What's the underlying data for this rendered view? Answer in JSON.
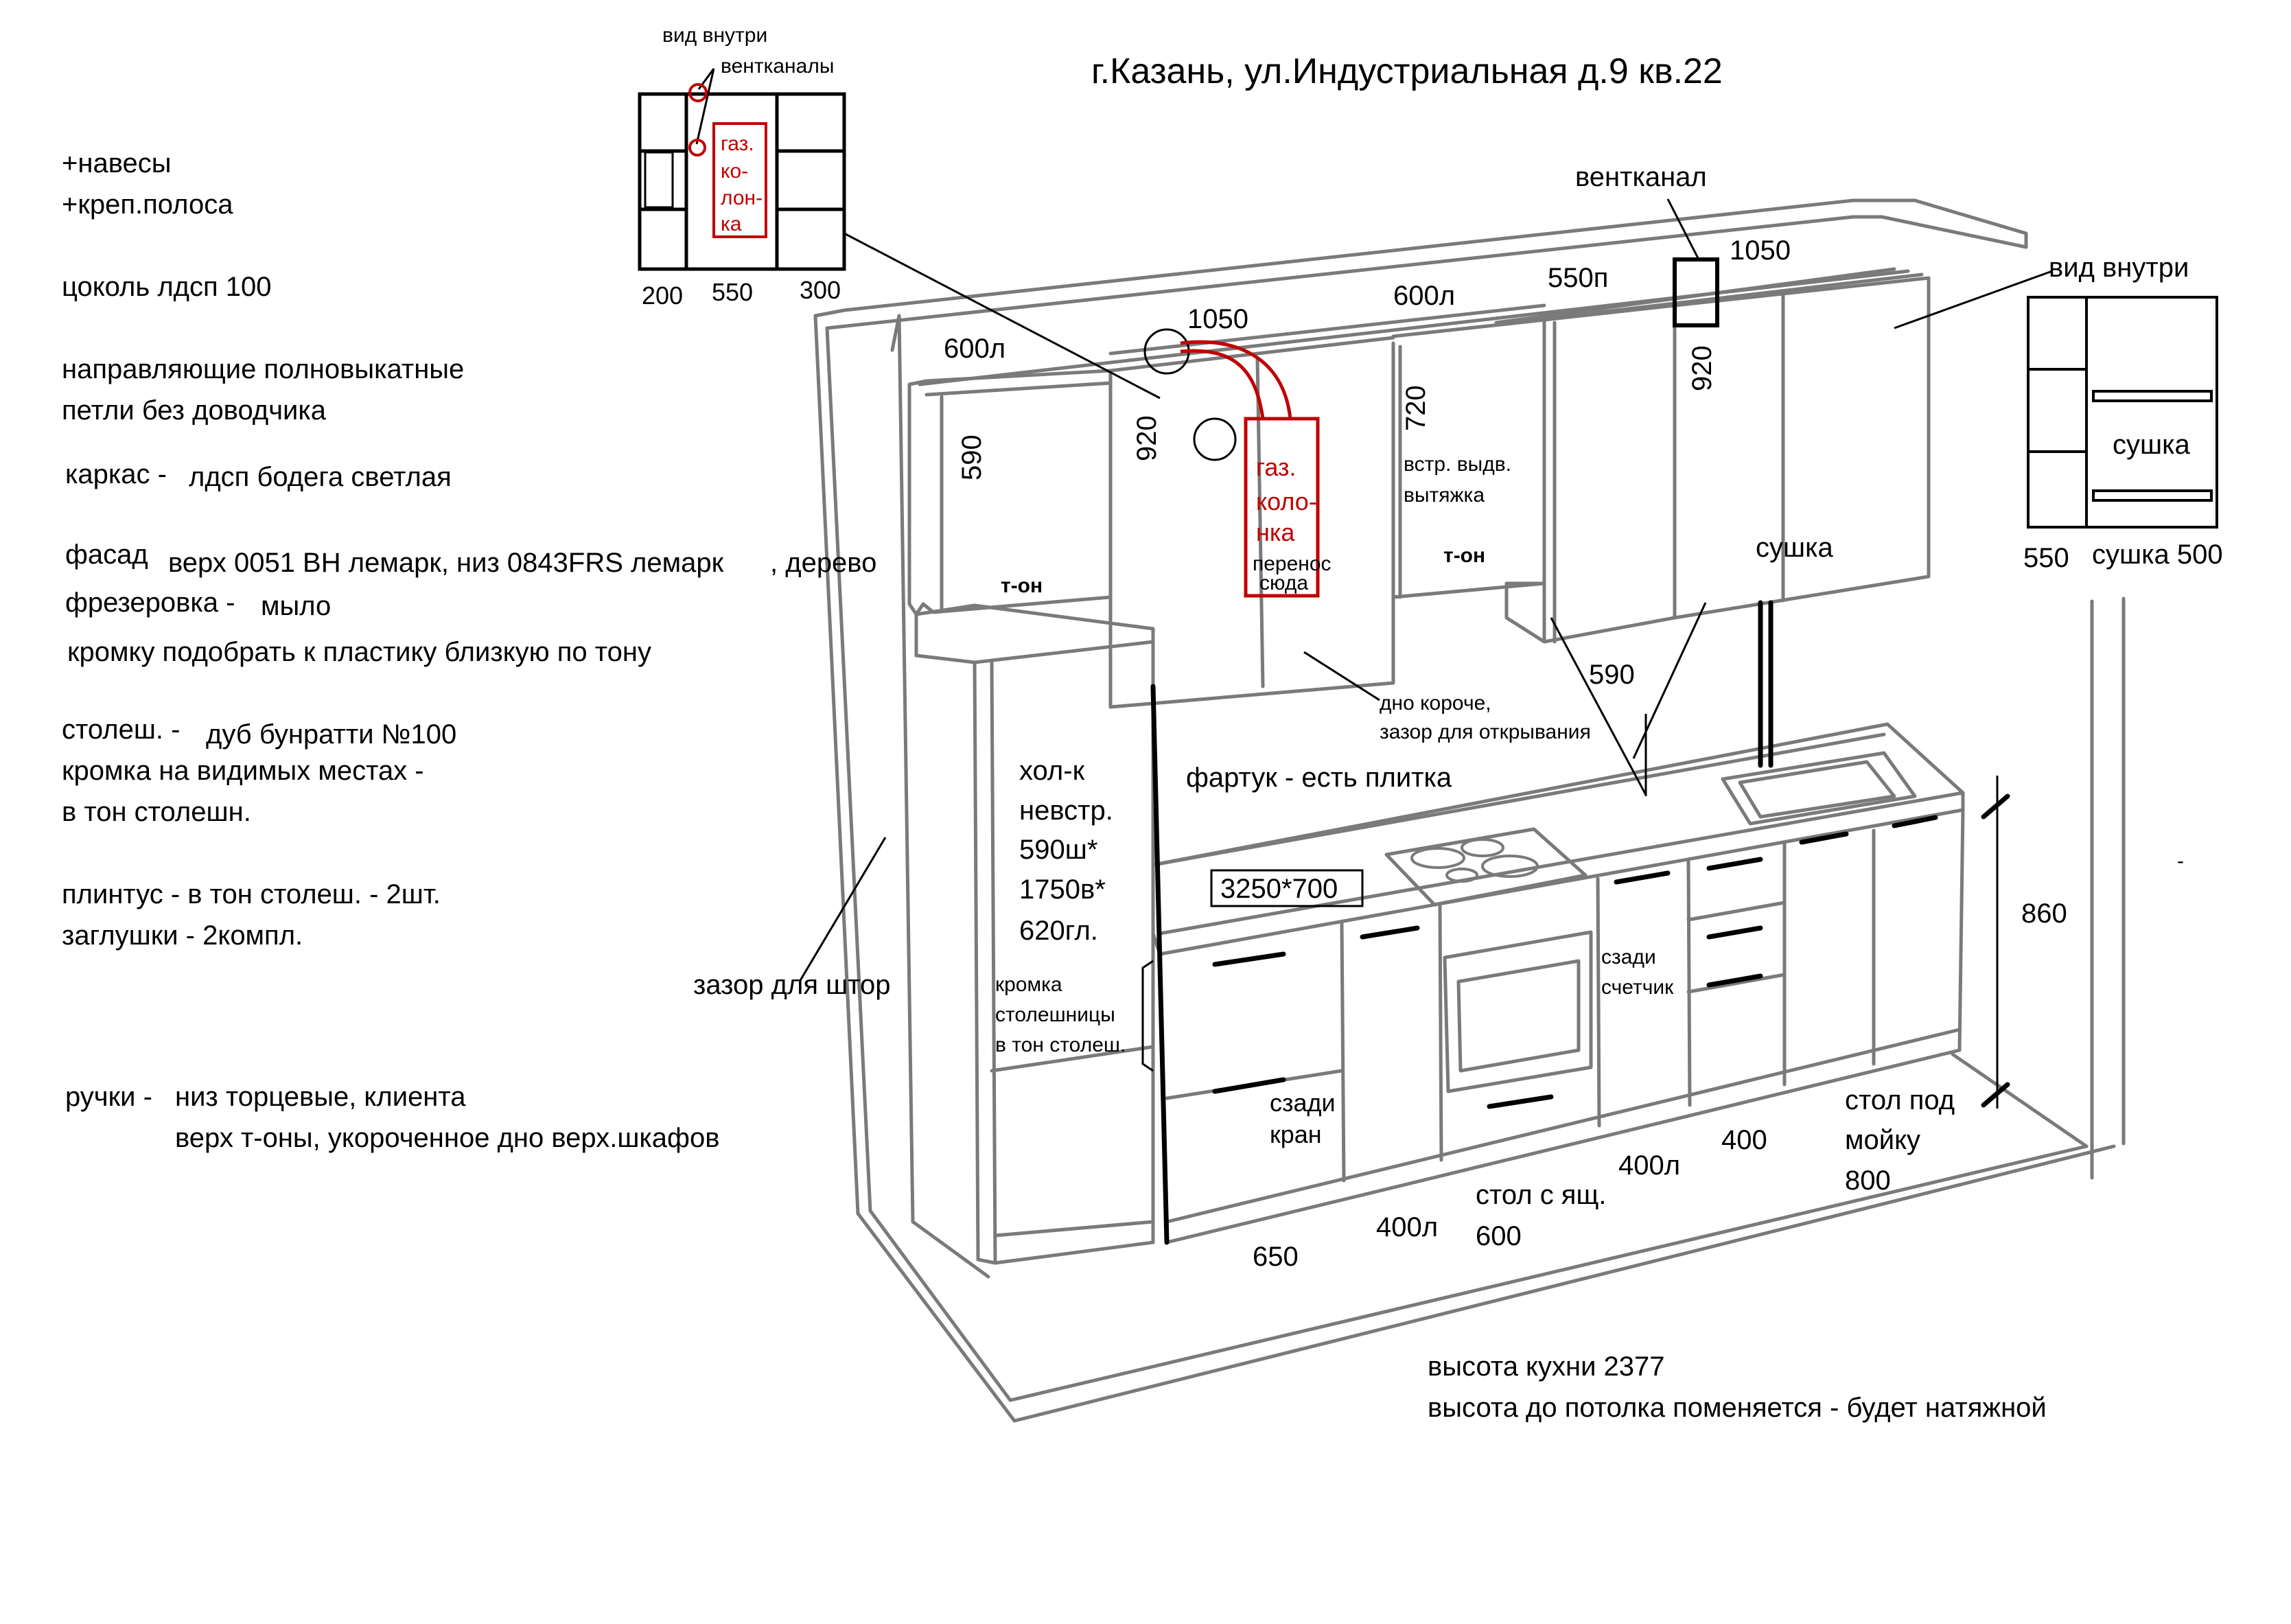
{
  "title": "г.Казань, ул.Индустриальная д.9 кв.22",
  "notes": {
    "line1": "+навесы",
    "line2": "+креп.полоса",
    "plinth": "цоколь лдсп 100",
    "guides": "направляющие полновыкатные",
    "hinges": "петли без доводчика",
    "carcass_label": "каркас -",
    "carcass_value": "лдсп бодега светлая",
    "facade_label": "фасад",
    "facade_value": "верх 0051 ВН лемарк, низ 0843FRS лемарк",
    "facade_extra": ", дерево",
    "milling_label": "фрезеровка -",
    "milling_value": "мыло",
    "edge": "кромку подобрать к пластику близкую по тону",
    "countertop_label": "столеш. -",
    "countertop_value": "дуб бунратти №100",
    "edge_visible1": "кромка на видимых местах -",
    "edge_visible2": "в тон столешн.",
    "skirting": "плинтус - в тон столеш. - 2шт.",
    "caps": "заглушки - 2компл.",
    "handles_label": "ручки -",
    "handles_low": "низ торцевые, клиента",
    "handles_top": "верх т-оны, укороченное дно верх.шкафов"
  },
  "inset_left": {
    "top_label": "вид внутри",
    "vents_label": "вентканалы",
    "gas_lines": [
      "газ.",
      "ко-",
      "лон-",
      "ка"
    ],
    "dims": [
      "200",
      "550",
      "300"
    ]
  },
  "inset_right": {
    "top_label": "вид внутри",
    "dryer_label": "сушка",
    "dim_left": "550",
    "dim_right": "сушка 500"
  },
  "drawing": {
    "vent": "вентканал",
    "d1050a": "1050",
    "d1050b": "1050",
    "d600l_a": "600л",
    "d600l_b": "600л",
    "d550p": "550п",
    "d590_side": "590",
    "d920_a": "920",
    "d720": "720",
    "d920_b": "920",
    "ton_a": "т-он",
    "ton_b": "т-он",
    "gas_lines": [
      "газ.",
      "коло-",
      "нка"
    ],
    "move_here_1": "перенос",
    "move_here_2": "сюда",
    "hood_1": "встр. выдв.",
    "hood_2": "вытяжка",
    "dryer": "сушка",
    "bottom_short_1": "дно короче,",
    "bottom_short_2": "зазор для открывания",
    "d590_gap": "590",
    "apron": "фартук - есть плитка",
    "fridge_lines": [
      "хол-к",
      "невстр.",
      "590ш*",
      "1750в*",
      "620гл."
    ],
    "counter_size": "3250*700",
    "edge_counter_lines": [
      "кромка",
      "столешницы",
      "в тон столеш."
    ],
    "curtain_gap": "зазор для штор",
    "meter_1": "сзади",
    "meter_2": "счетчик",
    "tap_1": "сзади",
    "tap_2": "кран",
    "d860": "860",
    "d650": "650",
    "d400l_a": "400л",
    "d400l_b": "400л",
    "d400": "400",
    "drawer_table_1": "стол с ящ.",
    "drawer_table_2": "600",
    "sink_table_1": "стол под",
    "sink_table_2": "мойку",
    "sink_table_3": "800",
    "kitchen_height": "высота кухни 2377",
    "ceiling_note": "высота до потолка поменяется - будет натяжной",
    "dash": "-"
  }
}
